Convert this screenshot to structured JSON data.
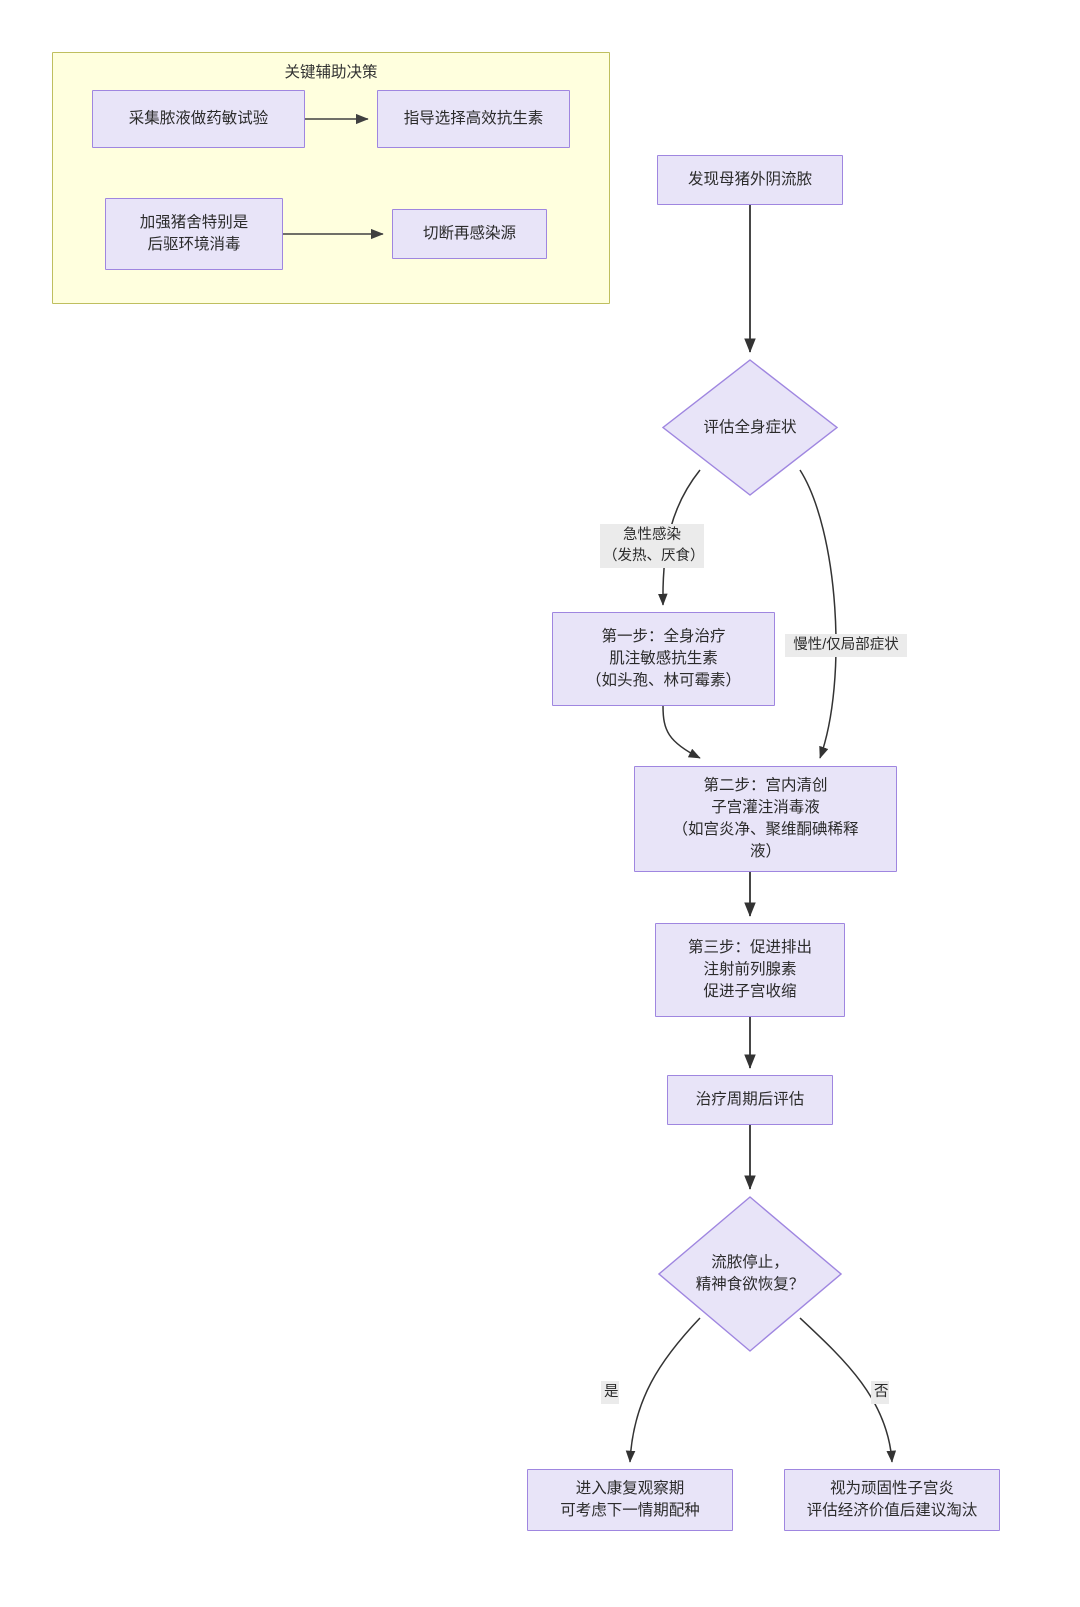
{
  "diagram": {
    "type": "flowchart",
    "direction": "top-down",
    "title_visible": false
  },
  "subgraph": {
    "title": "关键辅助决策",
    "fill": "#ffffde",
    "stroke": "#bfbf5f",
    "nodes": [
      {
        "id": "aux1",
        "label": "采集脓液做药敏试验"
      },
      {
        "id": "aux2",
        "label": "指导选择高效抗生素"
      },
      {
        "id": "aux3",
        "label": "加强猪舍特别是\n后驱环境消毒"
      },
      {
        "id": "aux4",
        "label": "切断再感染源"
      }
    ],
    "edges": [
      {
        "from": "aux1",
        "to": "aux2",
        "label": ""
      },
      {
        "from": "aux3",
        "to": "aux4",
        "label": ""
      }
    ]
  },
  "main": {
    "node_fill": "#e8e4f8",
    "node_stroke": "#9f86e0",
    "edge_color": "#333333",
    "edge_label_bg": "#ebebeb",
    "nodes": [
      {
        "id": "start",
        "shape": "rect",
        "label": "发现母猪外阴流脓"
      },
      {
        "id": "assess",
        "shape": "diamond",
        "label": "评估全身症状"
      },
      {
        "id": "step1",
        "shape": "rect",
        "label": "第一步：全身治疗\n肌注敏感抗生素\n（如头孢、林可霉素）"
      },
      {
        "id": "step2",
        "shape": "rect",
        "label": "第二步：宫内清创\n子宫灌注消毒液\n（如宫炎净、聚维酮碘稀释\n液）"
      },
      {
        "id": "step3",
        "shape": "rect",
        "label": "第三步：促进排出\n注射前列腺素\n促进子宫收缩"
      },
      {
        "id": "review",
        "shape": "rect",
        "label": "治疗周期后评估"
      },
      {
        "id": "recover",
        "shape": "diamond",
        "label": "流脓停止，\n精神食欲恢复？"
      },
      {
        "id": "yes_out",
        "shape": "rect",
        "label": "进入康复观察期\n可考虑下一情期配种"
      },
      {
        "id": "no_out",
        "shape": "rect",
        "label": "视为顽固性子宫炎\n评估经济价值后建议淘汰"
      }
    ],
    "edges": [
      {
        "from": "start",
        "to": "assess",
        "label": ""
      },
      {
        "from": "assess",
        "to": "step1",
        "label": "急性感染\n（发热、厌食）"
      },
      {
        "from": "assess",
        "to": "step2",
        "label": "慢性/仅局部症状"
      },
      {
        "from": "step1",
        "to": "step2",
        "label": ""
      },
      {
        "from": "step2",
        "to": "step3",
        "label": ""
      },
      {
        "from": "step3",
        "to": "review",
        "label": ""
      },
      {
        "from": "review",
        "to": "recover",
        "label": ""
      },
      {
        "from": "recover",
        "to": "yes_out",
        "label": "是"
      },
      {
        "from": "recover",
        "to": "no_out",
        "label": "否"
      }
    ]
  }
}
